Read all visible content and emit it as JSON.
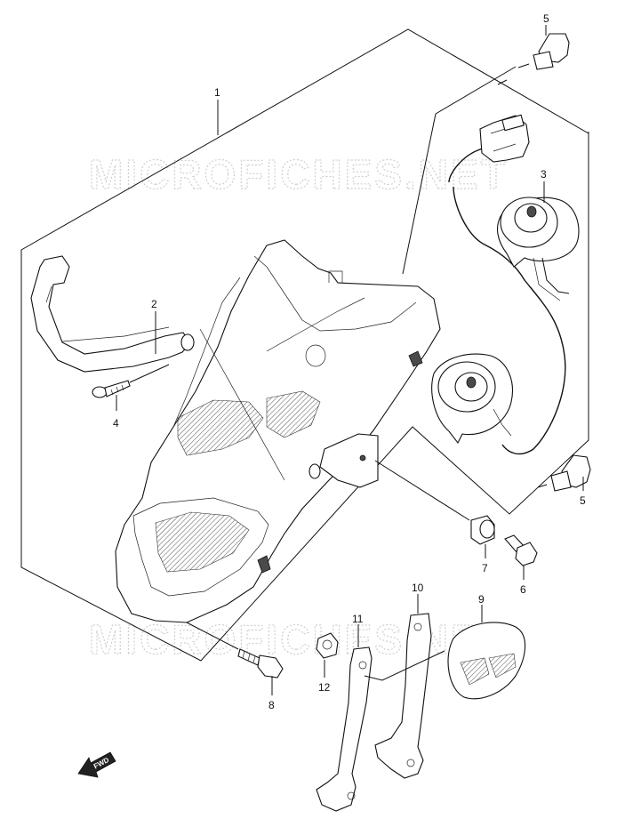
{
  "watermark": {
    "top": "MICROFICHES.NET",
    "bottom": "MICROFICHES.NET"
  },
  "callouts": [
    {
      "id": "c1",
      "label": "1"
    },
    {
      "id": "c2",
      "label": "2"
    },
    {
      "id": "c3",
      "label": "3"
    },
    {
      "id": "c4",
      "label": "4"
    },
    {
      "id": "c5a",
      "label": "5"
    },
    {
      "id": "c5b",
      "label": "5"
    },
    {
      "id": "c6",
      "label": "6"
    },
    {
      "id": "c7",
      "label": "7"
    },
    {
      "id": "c8",
      "label": "8"
    },
    {
      "id": "c9",
      "label": "9"
    },
    {
      "id": "c10",
      "label": "10"
    },
    {
      "id": "c11",
      "label": "11"
    },
    {
      "id": "c12",
      "label": "12"
    }
  ],
  "fwd_arrow": {
    "label": "FWD"
  }
}
